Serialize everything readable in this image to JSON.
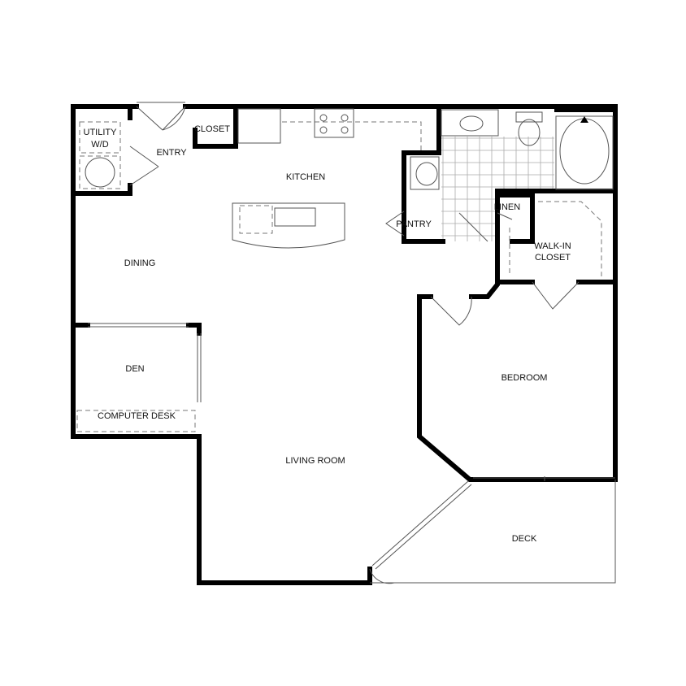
{
  "rooms": {
    "utility_line1": "UTILITY",
    "utility_line2": "W/D",
    "entry": "ENTRY",
    "closet": "CLOSET",
    "kitchen": "KITCHEN",
    "pantry": "PANTRY",
    "linen": "LINEN",
    "walkin_line1": "WALK-IN",
    "walkin_line2": "CLOSET",
    "dining": "DINING",
    "den": "DEN",
    "computer_desk": "COMPUTER DESK",
    "bedroom": "BEDROOM",
    "living_room": "LIVING ROOM",
    "deck": "DECK"
  }
}
